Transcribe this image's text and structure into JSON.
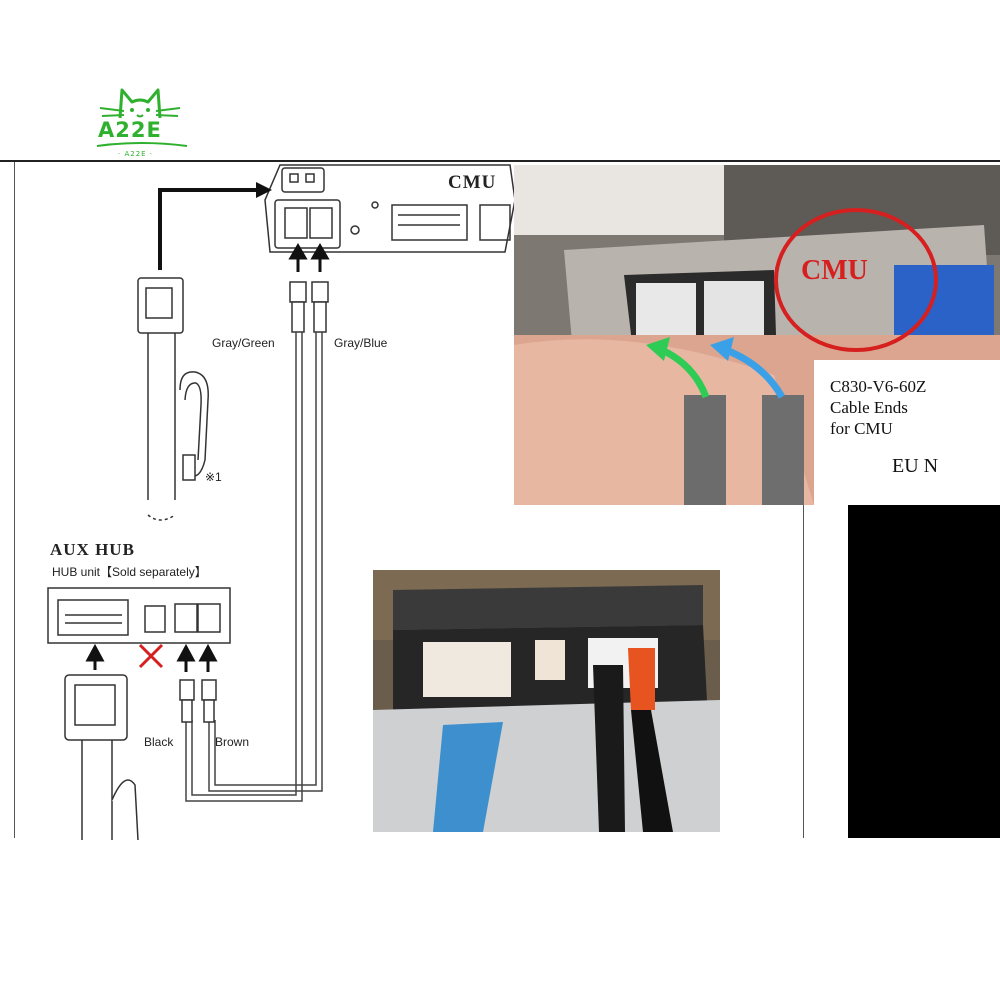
{
  "brand": {
    "logo_text": "A22E",
    "logo_subtext": "· A22E ·",
    "accent_color": "#2fb12f"
  },
  "diagram": {
    "cmu_label": "CMU",
    "aux_hub_title": "AUX HUB",
    "hub_unit_label": "HUB unit【Sold separately】",
    "wire_labels": {
      "gray_green": "Gray/Green",
      "gray_blue": "Gray/Blue",
      "black": "Black",
      "brown": "Brown"
    },
    "note_marker": "※1",
    "prohibited_icon": "red-x-icon"
  },
  "photo_cmu": {
    "circle_label": "CMU",
    "caption_lines": [
      "C830-V6-60Z",
      "Cable Ends",
      "for CMU"
    ],
    "region_label": "EU N",
    "arrow_colors": [
      "#2ecc55",
      "#3aa0e8"
    ],
    "circle_color": "#d62020"
  },
  "photo_hub": {
    "connector_colors": [
      "#1a1a1a",
      "#e8541f"
    ]
  }
}
